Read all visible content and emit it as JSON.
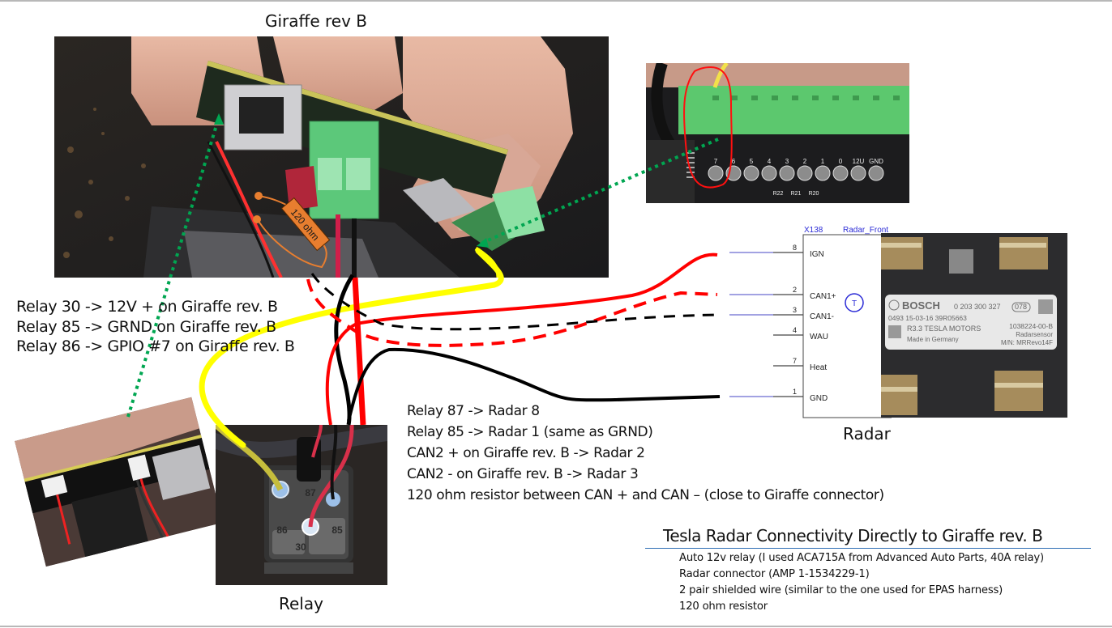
{
  "titles": {
    "giraffe_photo": "Giraffe rev B",
    "relay_photo": "Relay",
    "radar_diagram": "Radar"
  },
  "resistor_tag": "120 ohm",
  "notes_left": [
    "Relay 30 -> 12V + on Giraffe rev. B",
    "Relay 85 -> GRND on Giraffe rev. B",
    "Relay 86 -> GPIO #7 on Giraffe rev. B"
  ],
  "notes_middle": [
    "Relay 87 -> Radar 8",
    "Relay 85 -> Radar 1 (same as GRND)",
    "CAN2 + on Giraffe rev. B -> Radar 2",
    "CAN2 - on Giraffe rev. B -> Radar 3",
    "120 ohm resistor between CAN + and CAN – (close to Giraffe connector)"
  ],
  "parts_list": {
    "heading": "Tesla Radar Connectivity Directly to Giraffe rev. B",
    "items": [
      "Auto 12v relay (I used ACA715A from Advanced Auto Parts, 40A relay)",
      "Radar connector (AMP 1-1534229-1)",
      "2 pair shielded wire (similar to the one used for EPAS harness)",
      "120 ohm resistor"
    ]
  },
  "connector": {
    "ref": "X138",
    "name": "Radar_Front",
    "termination_symbol": "T",
    "pins": [
      {
        "number": "8",
        "name": "IGN",
        "wired": true
      },
      {
        "number": "2",
        "name": "CAN1+",
        "wired": true
      },
      {
        "number": "3",
        "name": "CAN1-",
        "wired": true
      },
      {
        "number": "4",
        "name": "WAU",
        "wired": false
      },
      {
        "number": "7",
        "name": "Heat",
        "wired": false
      },
      {
        "number": "1",
        "name": "GND",
        "wired": true
      }
    ]
  },
  "gpio_header": {
    "pin_labels": [
      "7",
      "6",
      "5",
      "4",
      "3",
      "2",
      "1",
      "0",
      "12U",
      "GND"
    ],
    "resistor_labels": [
      "R22",
      "R21",
      "R20"
    ]
  },
  "radar_label": {
    "brand": "BOSCH",
    "part_number": "0 203 300 327",
    "code": "078",
    "line2": "0493  15-03-16  39R05663",
    "line3": "R3.3 TESLA MOTORS",
    "line4": "Made in Germany",
    "tesla_pn": "1038224-00-B",
    "type": "Radarsensor",
    "model": "M/N: MRRevo14F"
  },
  "relay_pins": [
    "87",
    "86",
    "85",
    "30"
  ],
  "colors": {
    "wire_red": "#ff0000",
    "wire_black": "#000000",
    "wire_yellow": "#ffff00",
    "pointer_green": "#00a651",
    "resistor_orange": "#e87e2f",
    "schematic_blue": "#2b2bd6",
    "heading_rule": "#2e6db4"
  }
}
